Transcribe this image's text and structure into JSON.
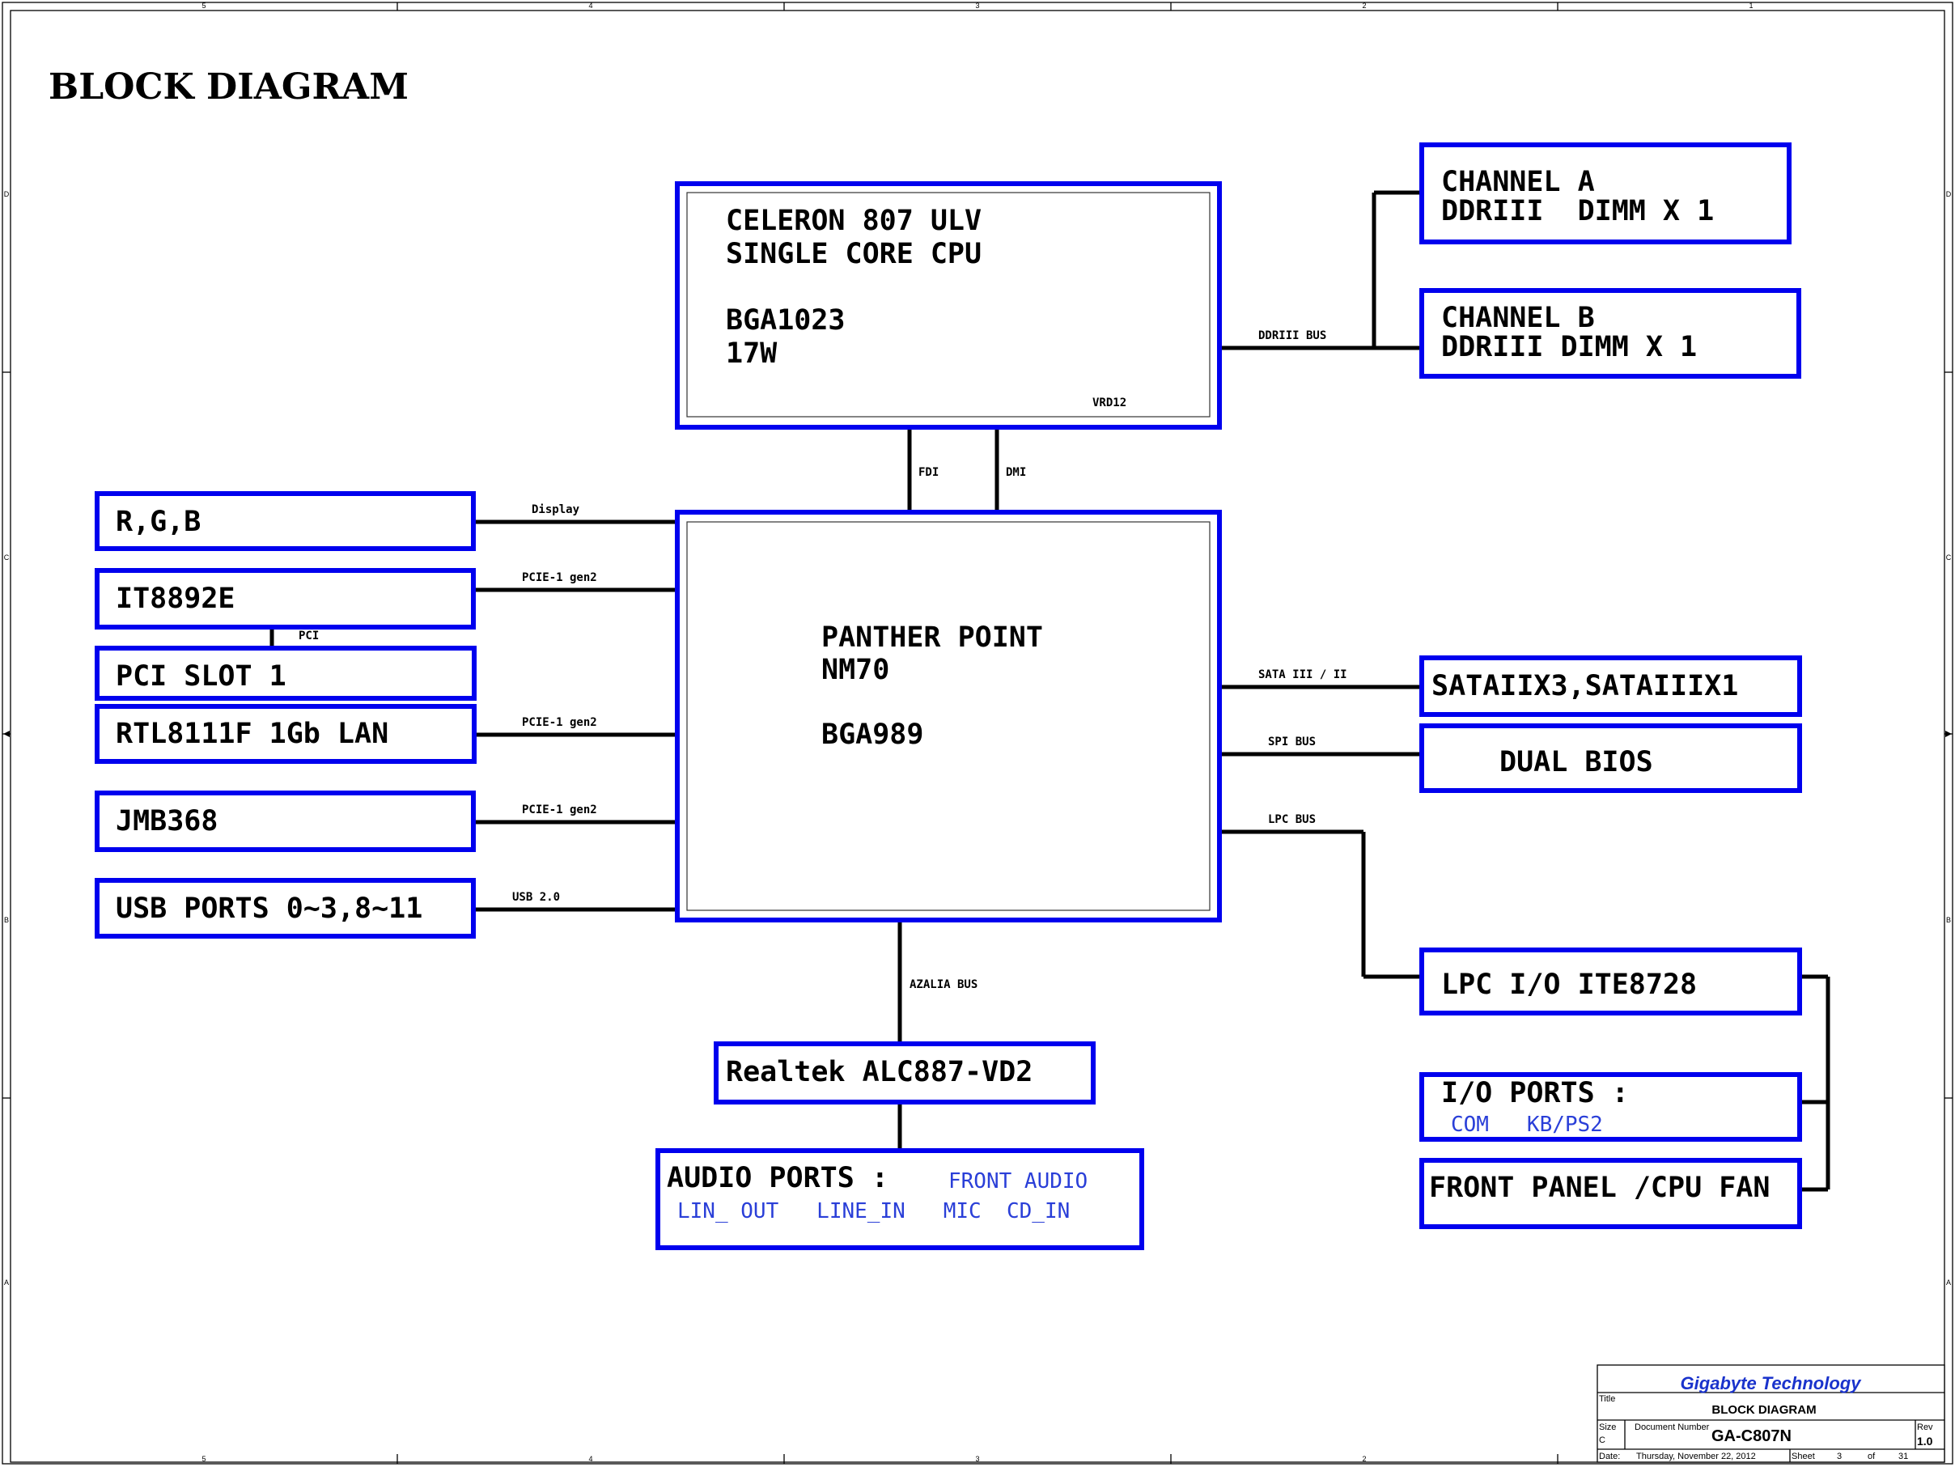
{
  "title": "BLOCK DIAGRAM",
  "zones": {
    "columns": [
      "5",
      "4",
      "3",
      "2",
      "1"
    ],
    "rows": [
      "D",
      "C",
      "B",
      "A"
    ]
  },
  "cpu": {
    "lines": [
      "CELERON 807 ULV",
      "SINGLE CORE CPU",
      "BGA1023",
      "17W"
    ],
    "vrd": "VRD12"
  },
  "pch": {
    "lines": [
      "PANTHER POINT",
      "NM70",
      "BGA989"
    ]
  },
  "memory": {
    "channel_a": [
      "CHANNEL A",
      "DDRIII  DIMM X 1"
    ],
    "channel_b": [
      "CHANNEL B",
      "DDRIII DIMM X 1"
    ],
    "bus": "DDRIII BUS"
  },
  "left_blocks": {
    "rgb": "R,G,B",
    "it8892e": "IT8892E",
    "pci_slot": "PCI SLOT 1",
    "lan": "RTL8111F 1Gb LAN",
    "jmb": "JMB368",
    "usb": "USB PORTS 0~3,8~11"
  },
  "buses": {
    "fdi": "FDI",
    "dmi": "DMI",
    "display": "Display",
    "pcie_it": "PCIE-1 gen2",
    "pci": "PCI",
    "pcie_lan": "PCIE-1 gen2",
    "pcie_jmb": "PCIE-1 gen2",
    "usb": "USB 2.0",
    "sata": "SATA III / II",
    "spi": "SPI BUS",
    "lpc": "LPC BUS",
    "azalia": "AZALIA BUS"
  },
  "right_blocks": {
    "sata": "SATAIIX3,SATAIIIX1",
    "bios": "DUAL BIOS",
    "lpc_io": "LPC I/O ITE8728",
    "io_ports": "I/O PORTS :",
    "io_ports_detail": "COM   KB/PS2",
    "front_panel": "FRONT PANEL /CPU FAN"
  },
  "audio": {
    "codec": "Realtek ALC887-VD2",
    "ports_label": "AUDIO PORTS :",
    "front": "FRONT AUDIO",
    "detail": "LIN_ OUT   LINE_IN   MIC  CD_IN"
  },
  "title_block": {
    "company": "Gigabyte Technology",
    "title_label": "Title",
    "title": "BLOCK DIAGRAM",
    "size_label": "Size",
    "size": "C",
    "docnum_label": "Document Number",
    "docnum": "GA-C807N",
    "rev_label": "Rev",
    "rev": "1.0",
    "date_label": "Date:",
    "date": "Thursday, November 22, 2012",
    "sheet_label": "Sheet",
    "sheet": "3",
    "of_label": "of",
    "total": "31"
  },
  "colors": {
    "block_border": "#0000ee",
    "wire": "#000000",
    "sub_text": "#2a3fd8",
    "company": "#1a33cc"
  }
}
